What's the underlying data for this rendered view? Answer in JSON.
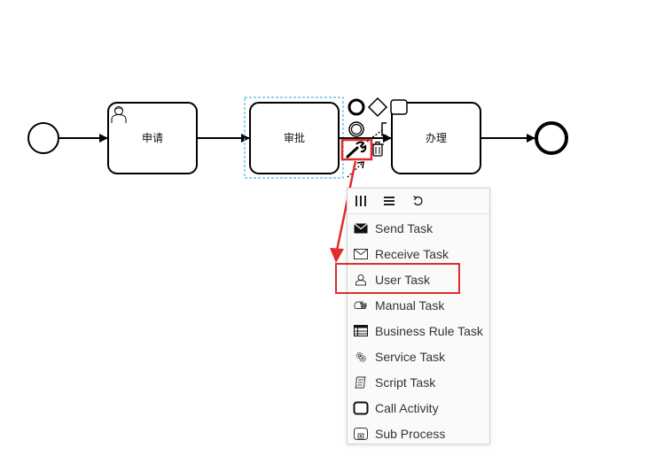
{
  "diagram": {
    "tasks": [
      {
        "id": "task-1",
        "label": "申请"
      },
      {
        "id": "task-2",
        "label": "审批"
      },
      {
        "id": "task-3",
        "label": "办理"
      }
    ]
  },
  "popup_menu": {
    "header_icons": [
      "column-icon",
      "list-icon",
      "loop-icon"
    ],
    "entries": [
      {
        "label": "Send Task",
        "icon": "envelope-filled-icon"
      },
      {
        "label": "Receive Task",
        "icon": "envelope-outline-icon"
      },
      {
        "label": "User Task",
        "icon": "user-icon"
      },
      {
        "label": "Manual Task",
        "icon": "hand-icon"
      },
      {
        "label": "Business Rule Task",
        "icon": "table-icon"
      },
      {
        "label": "Service Task",
        "icon": "gear-icon"
      },
      {
        "label": "Script Task",
        "icon": "script-icon"
      },
      {
        "label": "Call Activity",
        "icon": "call-activity-icon"
      },
      {
        "label": "Sub Process",
        "icon": "subprocess-icon"
      }
    ]
  },
  "colors": {
    "highlight": "#e02d2d",
    "selection": "#52b4ec",
    "stroke": "#000000"
  }
}
